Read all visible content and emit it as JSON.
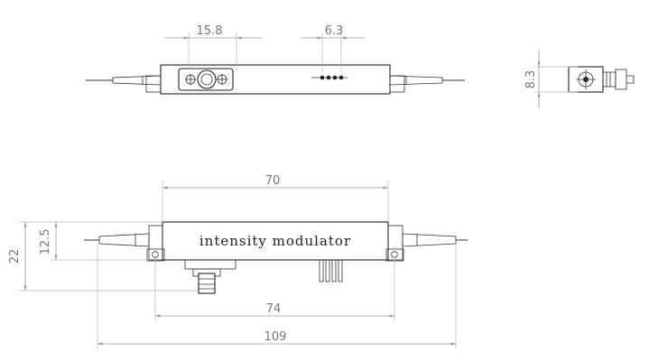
{
  "dimensions": {
    "top_mount_spacing": "15.8",
    "top_pin_pitch": "6.3",
    "side_height": "8.3",
    "body_length": "70",
    "fiber_axis_height": "12.5",
    "overall_height": "22",
    "hole_spacing": "74",
    "overall_length": "109"
  },
  "labels": {
    "body_text": "intensity modulator"
  }
}
